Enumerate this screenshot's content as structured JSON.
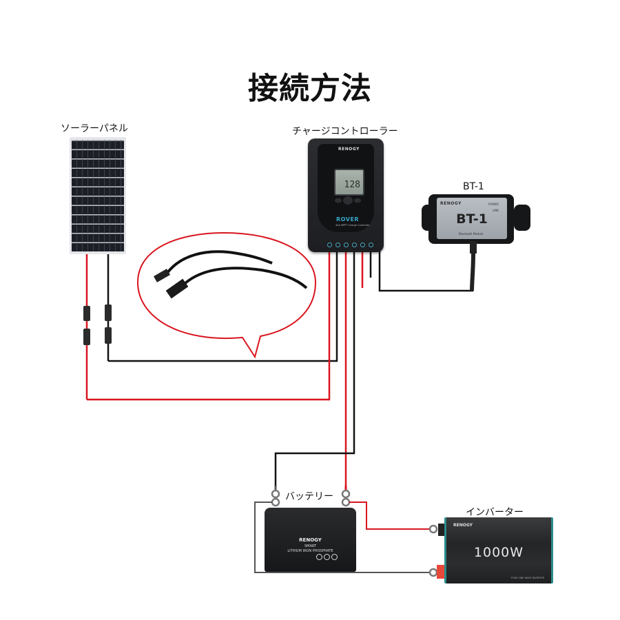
{
  "title": "接続方法",
  "components": {
    "solar_panel": {
      "label": "ソーラーパネル"
    },
    "charge_controller": {
      "label": "チャージコントローラー",
      "brand": "RENOGY",
      "lcd_value": "128",
      "model": "ROVER",
      "model_subtitle": "40A MPPT Charge Controller"
    },
    "bt_module": {
      "label": "BT-1",
      "face_text": "BT-1",
      "brand": "RENOGY",
      "indicator_power": "POWER",
      "indicator_link": "LINK",
      "footer": "Bluetooth Module"
    },
    "battery": {
      "label": "バッテリー",
      "brand": "RENOGY",
      "line1": "SMART",
      "line2": "LITHIUM IRON PHOSPHATE"
    },
    "inverter": {
      "label": "インバーター",
      "brand": "RENOGY",
      "rating": "1000W",
      "footnote": "PURE SINE WAVE INVERTER"
    }
  },
  "colors": {
    "positive_wire": "#d9141e",
    "negative_wire": "#111111",
    "callout_border": "#d9141e",
    "rover_accent": "#39a6c9",
    "inverter_trim": "#2c8a8a"
  }
}
